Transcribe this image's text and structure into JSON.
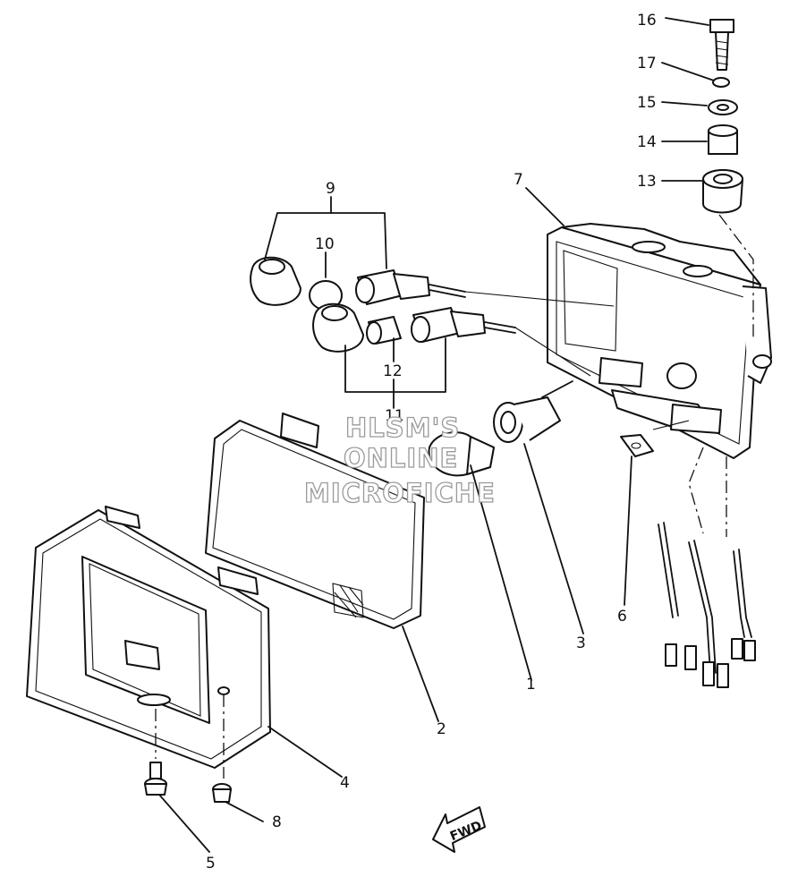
{
  "callouts": [
    {
      "id": "1",
      "text": "1"
    },
    {
      "id": "2",
      "text": "2"
    },
    {
      "id": "3",
      "text": "3"
    },
    {
      "id": "4",
      "text": "4"
    },
    {
      "id": "5",
      "text": "5"
    },
    {
      "id": "6",
      "text": "6"
    },
    {
      "id": "7",
      "text": "7"
    },
    {
      "id": "8",
      "text": "8"
    },
    {
      "id": "9",
      "text": "9"
    },
    {
      "id": "10",
      "text": "10"
    },
    {
      "id": "11",
      "text": "11"
    },
    {
      "id": "12",
      "text": "12"
    },
    {
      "id": "13",
      "text": "13"
    },
    {
      "id": "14",
      "text": "14"
    },
    {
      "id": "15",
      "text": "15"
    },
    {
      "id": "16",
      "text": "16"
    },
    {
      "id": "17",
      "text": "17"
    }
  ],
  "watermark": [
    "HLSM'S",
    "ONLINE",
    "MICROFICHE"
  ],
  "direction_marker": "FWD",
  "colors": {
    "ink": "#111111",
    "paper": "#ffffff",
    "watermark": "#9a9a9a"
  }
}
